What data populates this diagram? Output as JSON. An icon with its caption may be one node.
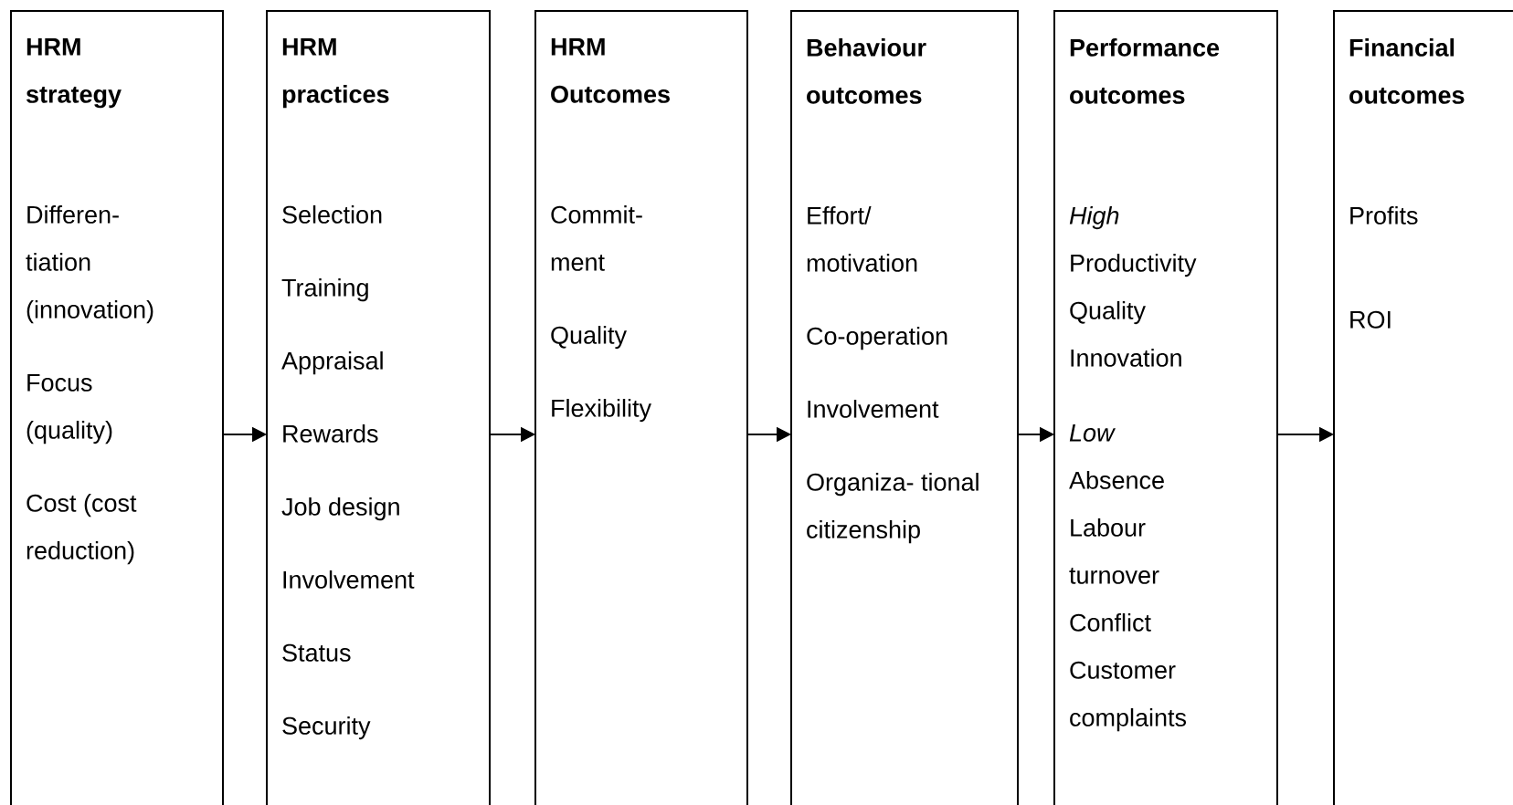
{
  "diagram": {
    "nodes": [
      {
        "text": [
          "HRM strategy",
          "Differen- tiation (innovation)",
          "Focus (quality)",
          "Cost (cost reduction)"
        ]
      },
      {
        "text": [
          "HRM practices",
          "Selection",
          "Training",
          "Appraisal",
          "Rewards",
          "Job design",
          "Involvement",
          "Status",
          "Security"
        ]
      },
      {
        "text": [
          "HRM Outcomes",
          "Commit- ment",
          "Quality",
          "Flexibility"
        ]
      },
      {
        "text": [
          "Behaviour outcomes",
          "Effort/ motivation",
          "Co-operation",
          "Involvement",
          "Organiza- tional citizenship"
        ]
      },
      {
        "text": [
          "Performance outcomes",
          "High",
          "Productivity",
          "Quality",
          "Innovation",
          "Low",
          "Absence",
          "Labour turnover",
          "Conflict",
          "Customer complaints"
        ]
      },
      {
        "text": [
          "Financial outcomes",
          "Profits",
          "ROI"
        ]
      }
    ],
    "edges": [
      {
        "from": 0,
        "to": 1,
        "arrow": "to"
      },
      {
        "from": 1,
        "to": 2,
        "arrow": "to"
      },
      {
        "from": 2,
        "to": 3,
        "arrow": "to"
      },
      {
        "from": 3,
        "to": 4,
        "arrow": "to"
      },
      {
        "from": 4,
        "to": 5,
        "arrow": "to"
      }
    ]
  }
}
